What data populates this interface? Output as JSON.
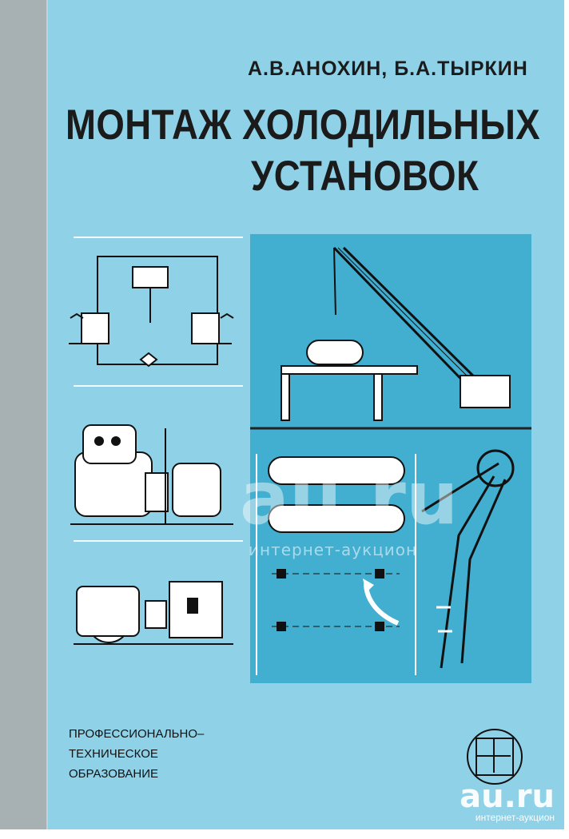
{
  "cover": {
    "authors": "А.В.АНОХИН, Б.А.ТЫРКИН",
    "title_line_1": "МОНТАЖ ХОЛОДИЛЬНЫХ",
    "title_line_2": "УСТАНОВОК",
    "series_lines": [
      "ПРОФЕССИОНАЛЬНО–",
      "ТЕХНИЧЕСКОЕ",
      "ОБРАЗОВАНИЕ"
    ],
    "publisher_logo": "ВШ",
    "watermark_domain": "au.ru",
    "watermark_tagline": "интернет-аукцион",
    "overlay_watermark": "au.ru",
    "overlay_watermark_tagline": "интернет-аукцион"
  },
  "colors": {
    "cover_blue": "#8fd2e8",
    "panel_blue": "#42aed0",
    "line_white": "#ffffff",
    "ink": "#1b1b1b",
    "spine_gray": "#a7b0b2"
  },
  "icons": {
    "refrigeration_scheme": "refrigeration-cycle-diagram",
    "compressor_unit": "compressor-motor-diagram",
    "pump_unit": "pump-motor-diagram",
    "crane": "crawler-crane-icon",
    "publisher": "vsh-logo-icon"
  }
}
